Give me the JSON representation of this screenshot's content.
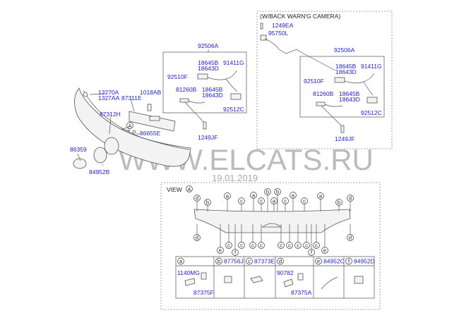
{
  "main_labels": {
    "p92506A": "92506A",
    "p18645B_1": "18645B",
    "p18643D_1": "18643D",
    "p91411G": "91411G",
    "p92510F": "92510F",
    "p81260B": "81260B",
    "p18645B_2": "18645B",
    "p18643D_2": "18643D",
    "p92512C": "92512C",
    "p1249JF": "1249JF",
    "p13270A": "13270A",
    "p1327AA": "1327AA",
    "p87311E": "87311E",
    "p1018AB": "1018AB",
    "p87312H": "87312H",
    "p86655E": "86655E",
    "p86359": "86359",
    "p84952B": "84952B",
    "view_marker": "A"
  },
  "camera_box": {
    "title": "(W/BACK WARN'G CAMERA)",
    "p1249EA": "1249EA",
    "p95750L": "95750L",
    "p92506A": "92506A",
    "p18645B_1": "18645B",
    "p18643D_1": "18643D",
    "p91411G": "91411G",
    "p92510F": "92510F",
    "p81260B": "81260B",
    "p18645B_2": "18645B",
    "p18643D_2": "18643D",
    "p92512C": "92512C",
    "p1249JF": "1249JF"
  },
  "view_a": {
    "title": "VIEW",
    "marker": "A",
    "top_callouts": [
      "d",
      "b",
      "a",
      "c",
      "a",
      "c",
      "b",
      "b",
      "a",
      "c",
      "a",
      "c",
      "a",
      "b",
      "d"
    ],
    "bottom_callouts": [
      "d",
      "e",
      "c",
      "f",
      "c",
      "c",
      "c",
      "c",
      "c",
      "c",
      "c",
      "f",
      "c",
      "e",
      "d"
    ]
  },
  "legend": [
    {
      "key": "a",
      "part": "",
      "sub1": "1140MG",
      "sub2": "87375F"
    },
    {
      "key": "b",
      "part": "87756J"
    },
    {
      "key": "c",
      "part": "87373E"
    },
    {
      "key": "d",
      "part": "",
      "sub1": "90782",
      "sub2": "87375A"
    },
    {
      "key": "e",
      "part": "84952C"
    },
    {
      "key": "f",
      "part": "84952D"
    }
  ],
  "watermark": "WWW.ELCATS.RU",
  "date": "19.01.2019"
}
